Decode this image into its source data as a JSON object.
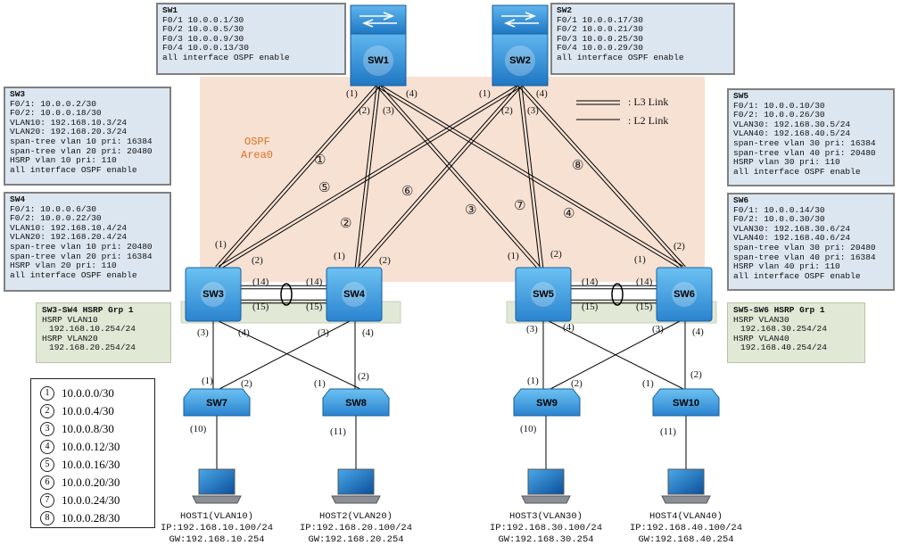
{
  "boxes": {
    "sw1": {
      "title": "SW1",
      "lines": [
        "F0/1 10.0.0.1/30",
        "F0/2 10.0.0.5/30",
        "F0/3 10.0.0.9/30",
        "F0/4 10.0.0.13/30",
        "all interface OSPF enable"
      ]
    },
    "sw2": {
      "title": "SW2",
      "lines": [
        "F0/1 10.0.0.17/30",
        "F0/2 10.0.0.21/30",
        "F0/3 10.0.0.25/30",
        "F0/4 10.0.0.29/30",
        "all interface OSPF enable"
      ]
    },
    "sw3": {
      "title": "SW3",
      "lines": [
        "F0/1: 10.0.0.2/30",
        "F0/2: 10.0.0.18/30",
        "VLAN10: 192.168.10.3/24",
        "VLAN20: 192.168.20.3/24",
        "span-tree vlan 10 pri: 16384",
        "span-tree vlan 20 pri: 20480",
        "HSRP vlan 10 pri: 110",
        "all interface OSPF enable"
      ]
    },
    "sw4": {
      "title": "SW4",
      "lines": [
        "F0/1: 10.0.0.6/30",
        "F0/2: 10.0.0.22/30",
        "VLAN10: 192.168.10.4/24",
        "VLAN20: 192.168.20.4/24",
        "span-tree vlan 10 pri: 20480",
        "span-tree vlan 20 pri: 16384",
        "HSRP vlan 20 pri: 110",
        "all interface OSPF enable"
      ]
    },
    "sw5": {
      "title": "SW5",
      "lines": [
        "F0/1: 10.0.0.10/30",
        "F0/2: 10.0.0.26/30",
        "VLAN30: 192.168.30.5/24",
        "VLAN40: 192.168.40.5/24",
        "span-tree vlan 30 pri: 16384",
        "span-tree vlan 40 pri: 20480",
        "HSRP vlan 30 pri: 110",
        "all interface OSPF enable"
      ]
    },
    "sw6": {
      "title": "SW6",
      "lines": [
        "F0/1: 10.0.0.14/30",
        "F0/2: 10.0.0.30/30",
        "VLAN30: 192.168.30.6/24",
        "VLAN40: 192.168.40.6/24",
        "span-tree vlan 30 pri: 20480",
        "span-tree vlan 40 pri: 16384",
        "HSRP vlan 40 pri: 110",
        "all interface OSPF enable"
      ]
    }
  },
  "hsrp": {
    "left": {
      "title": "SW3-SW4 HSRP Grp 1",
      "lines": [
        "HSRP VLAN10",
        "192.168.10.254/24",
        "HSRP VLAN20",
        "192.168.20.254/24"
      ]
    },
    "right": {
      "title": "SW5-SW6 HSRP Grp 1",
      "lines": [
        "HSRP VLAN30",
        "192.168.30.254/24",
        "HSRP VLAN40",
        "192.168.40.254/24"
      ]
    }
  },
  "ospf": {
    "line1": "OSPF",
    "line2": "Area0"
  },
  "legend": {
    "l3": ": L3 Link",
    "l2": ": L2 Link"
  },
  "subnets": [
    {
      "num": "1",
      "net": "10.0.0.0/30"
    },
    {
      "num": "2",
      "net": "10.0.0.4/30"
    },
    {
      "num": "3",
      "net": "10.0.0.8/30"
    },
    {
      "num": "4",
      "net": "10.0.0.12/30"
    },
    {
      "num": "5",
      "net": "10.0.0.16/30"
    },
    {
      "num": "6",
      "net": "10.0.0.20/30"
    },
    {
      "num": "7",
      "net": "10.0.0.24/30"
    },
    {
      "num": "8",
      "net": "10.0.0.28/30"
    }
  ],
  "circled": [
    "①",
    "②",
    "③",
    "④",
    "⑤",
    "⑥",
    "⑦",
    "⑧"
  ],
  "devices": {
    "sw1": "SW1",
    "sw2": "SW2",
    "sw3": "SW3",
    "sw4": "SW4",
    "sw5": "SW5",
    "sw6": "SW6",
    "sw7": "SW7",
    "sw8": "SW8",
    "sw9": "SW9",
    "sw10": "SW10"
  },
  "ports": {
    "p1": "(1)",
    "p2": "(2)",
    "p3": "(3)",
    "p4": "(4)",
    "p10": "(10)",
    "p11": "(11)",
    "p14": "(14)",
    "p15": "(15)"
  },
  "hosts": {
    "h1": {
      "name": "HOST1(VLAN10)",
      "ip": "IP:192.168.10.100/24",
      "gw": "GW:192.168.10.254"
    },
    "h2": {
      "name": "HOST2(VLAN20)",
      "ip": "IP:192.168.20.100/24",
      "gw": "GW:192.168.20.254"
    },
    "h3": {
      "name": "HOST3(VLAN30)",
      "ip": "IP:192.168.30.100/24",
      "gw": "GW:192.168.30.254"
    },
    "h4": {
      "name": "HOST4(VLAN40)",
      "ip": "IP:192.168.40.100/24",
      "gw": "GW:192.168.40.254"
    }
  },
  "colors": {
    "ospf_area": "#f7e1d3",
    "info_box": "#dce6f1",
    "hsrp_box": "#e1e8d6",
    "switch_blue": "#2e8fd6",
    "ospf_text": "#e07020"
  }
}
